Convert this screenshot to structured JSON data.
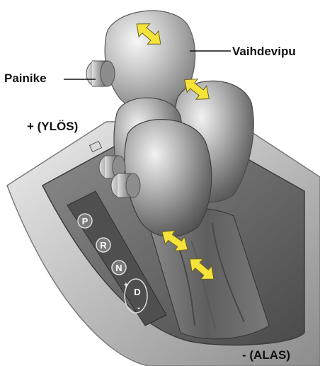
{
  "labels": {
    "button": "Painike",
    "shift_lever": "Vaihdevipu",
    "up": "+ (YLÖS)",
    "down": "- (ALAS)"
  },
  "gate": {
    "positions": [
      "P",
      "R",
      "N",
      "D"
    ],
    "plus": "+",
    "minus": "-"
  },
  "colors": {
    "arrow": "#f5e33a",
    "trim": "#c9c9c9",
    "base": "#6e6e6e",
    "knob": "#9a9a9a"
  }
}
